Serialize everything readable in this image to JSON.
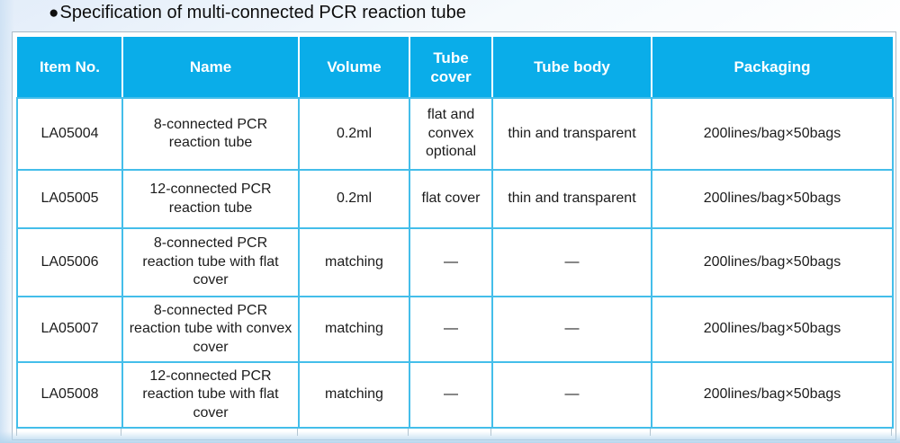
{
  "title": {
    "bullet": "●",
    "text": "Specification of multi-connected PCR reaction tube"
  },
  "colors": {
    "header_bg": "#0AADE9",
    "header_text": "#FFFFFF",
    "grid_line": "#44BEEA",
    "edge_band": "#B5D6EE"
  },
  "table": {
    "columns": [
      "Item No.",
      "Name",
      "Volume",
      "Tube cover",
      "Tube body",
      "Packaging"
    ],
    "rows": [
      [
        "LA05004",
        "8-connected PCR reaction tube",
        "0.2ml",
        "flat and convex optional",
        "thin and transparent",
        "200lines/bag×50bags"
      ],
      [
        "LA05005",
        "12-connected PCR reaction tube",
        "0.2ml",
        "flat cover",
        "thin and transparent",
        "200lines/bag×50bags"
      ],
      [
        "LA05006",
        "8-connected PCR reaction tube with flat cover",
        "matching",
        "—",
        "—",
        "200lines/bag×50bags"
      ],
      [
        "LA05007",
        "8-connected PCR reaction tube with convex cover",
        "matching",
        "—",
        "—",
        "200lines/bag×50bags"
      ],
      [
        "LA05008",
        "12-connected PCR reaction tube with flat cover",
        "matching",
        "—",
        "—",
        "200lines/bag×50bags"
      ]
    ]
  }
}
